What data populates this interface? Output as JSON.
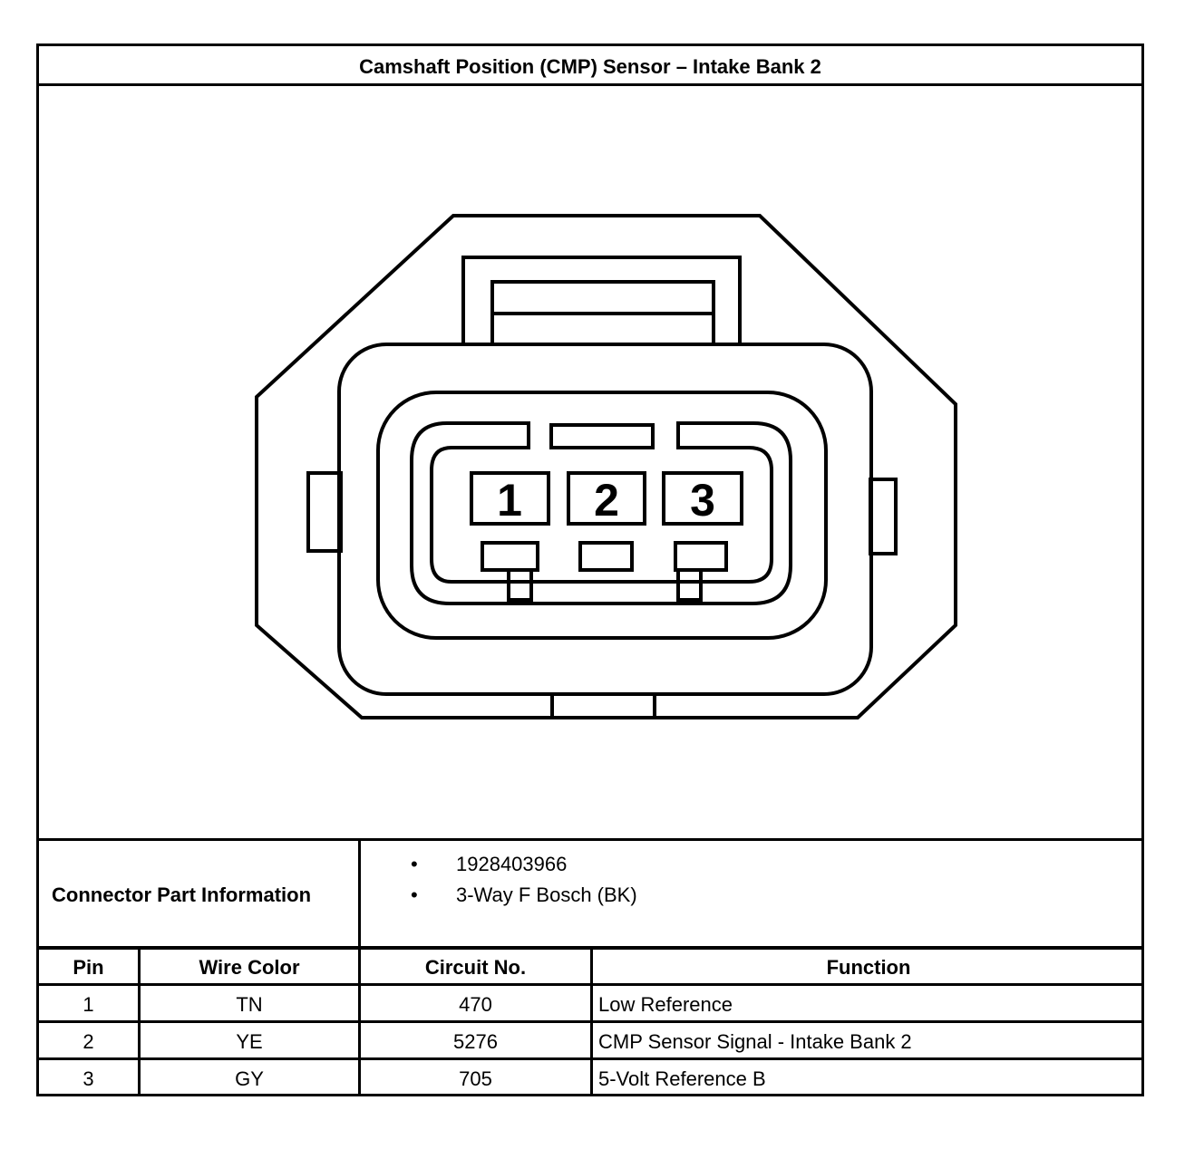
{
  "title": "Camshaft Position (CMP) Sensor – Intake Bank 2",
  "connector_face": {
    "pins": [
      "1",
      "2",
      "3"
    ]
  },
  "connector_info": {
    "label": "Connector Part Information",
    "items": [
      "1928403966",
      "3-Way F Bosch (BK)"
    ]
  },
  "pin_table": {
    "headers": [
      "Pin",
      "Wire Color",
      "Circuit No.",
      "Function"
    ],
    "rows": [
      [
        "1",
        "TN",
        "470",
        "Low Reference"
      ],
      [
        "2",
        "YE",
        "5276",
        "CMP Sensor Signal - Intake Bank 2"
      ],
      [
        "3",
        "GY",
        "705",
        "5-Volt Reference B"
      ]
    ]
  }
}
